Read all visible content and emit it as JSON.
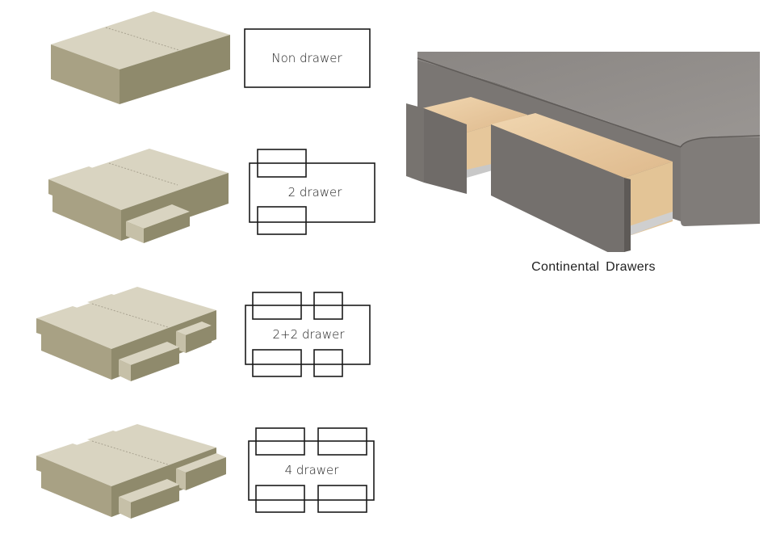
{
  "colors": {
    "base_top": "#d9d4c1",
    "base_front": "#a8a184",
    "base_side": "#8f8a6c",
    "diagram_stroke": "#1a1a1a",
    "fabric": "#7d7875",
    "fabric_top": "#8f8b88",
    "wood": "#e8c9a0"
  },
  "options": [
    {
      "label": "Non drawer",
      "drawers": 0
    },
    {
      "label": "2 drawer",
      "drawers": 2
    },
    {
      "label": "2+2 drawer",
      "drawers": 4
    },
    {
      "label": "4 drawer",
      "drawers": 4
    }
  ],
  "photo": {
    "caption": "Continental  Drawers"
  }
}
